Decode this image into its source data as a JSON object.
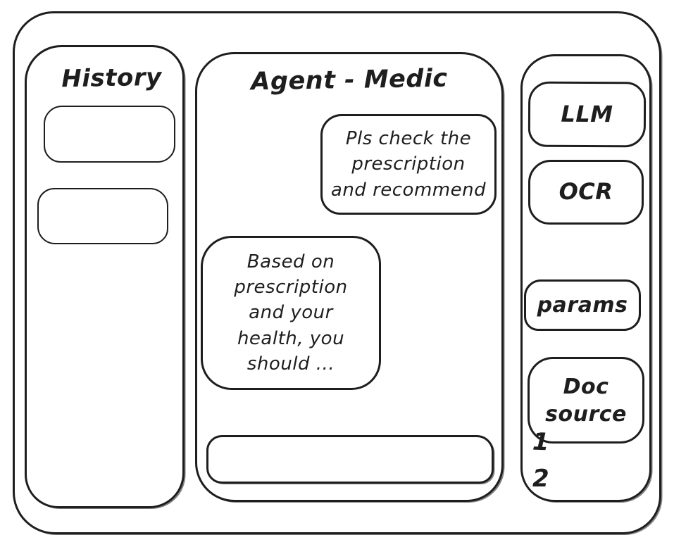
{
  "app": {
    "kind": "hand-drawn wireframe",
    "background": "#ffffff",
    "stroke_color": "#1e1e1e"
  },
  "history_panel": {
    "title": "History",
    "items": [
      {
        "label": ""
      },
      {
        "label": ""
      }
    ]
  },
  "chat_panel": {
    "title": "Agent - Medic",
    "messages": [
      {
        "role": "user",
        "text": "Pls check the\nprescription\nand recommend"
      },
      {
        "role": "assistant",
        "text": "Based on\nprescription\nand your\nhealth, you\nshould ..."
      }
    ],
    "input": {
      "value": "",
      "placeholder": ""
    }
  },
  "tools_panel": {
    "buttons": [
      {
        "id": "llm",
        "label": "LLM"
      },
      {
        "id": "ocr",
        "label": "OCR"
      },
      {
        "id": "params",
        "label": "params"
      },
      {
        "id": "doc-source",
        "label": "Doc\nsource"
      }
    ],
    "doc_list_numbers": [
      "1",
      "2"
    ]
  }
}
